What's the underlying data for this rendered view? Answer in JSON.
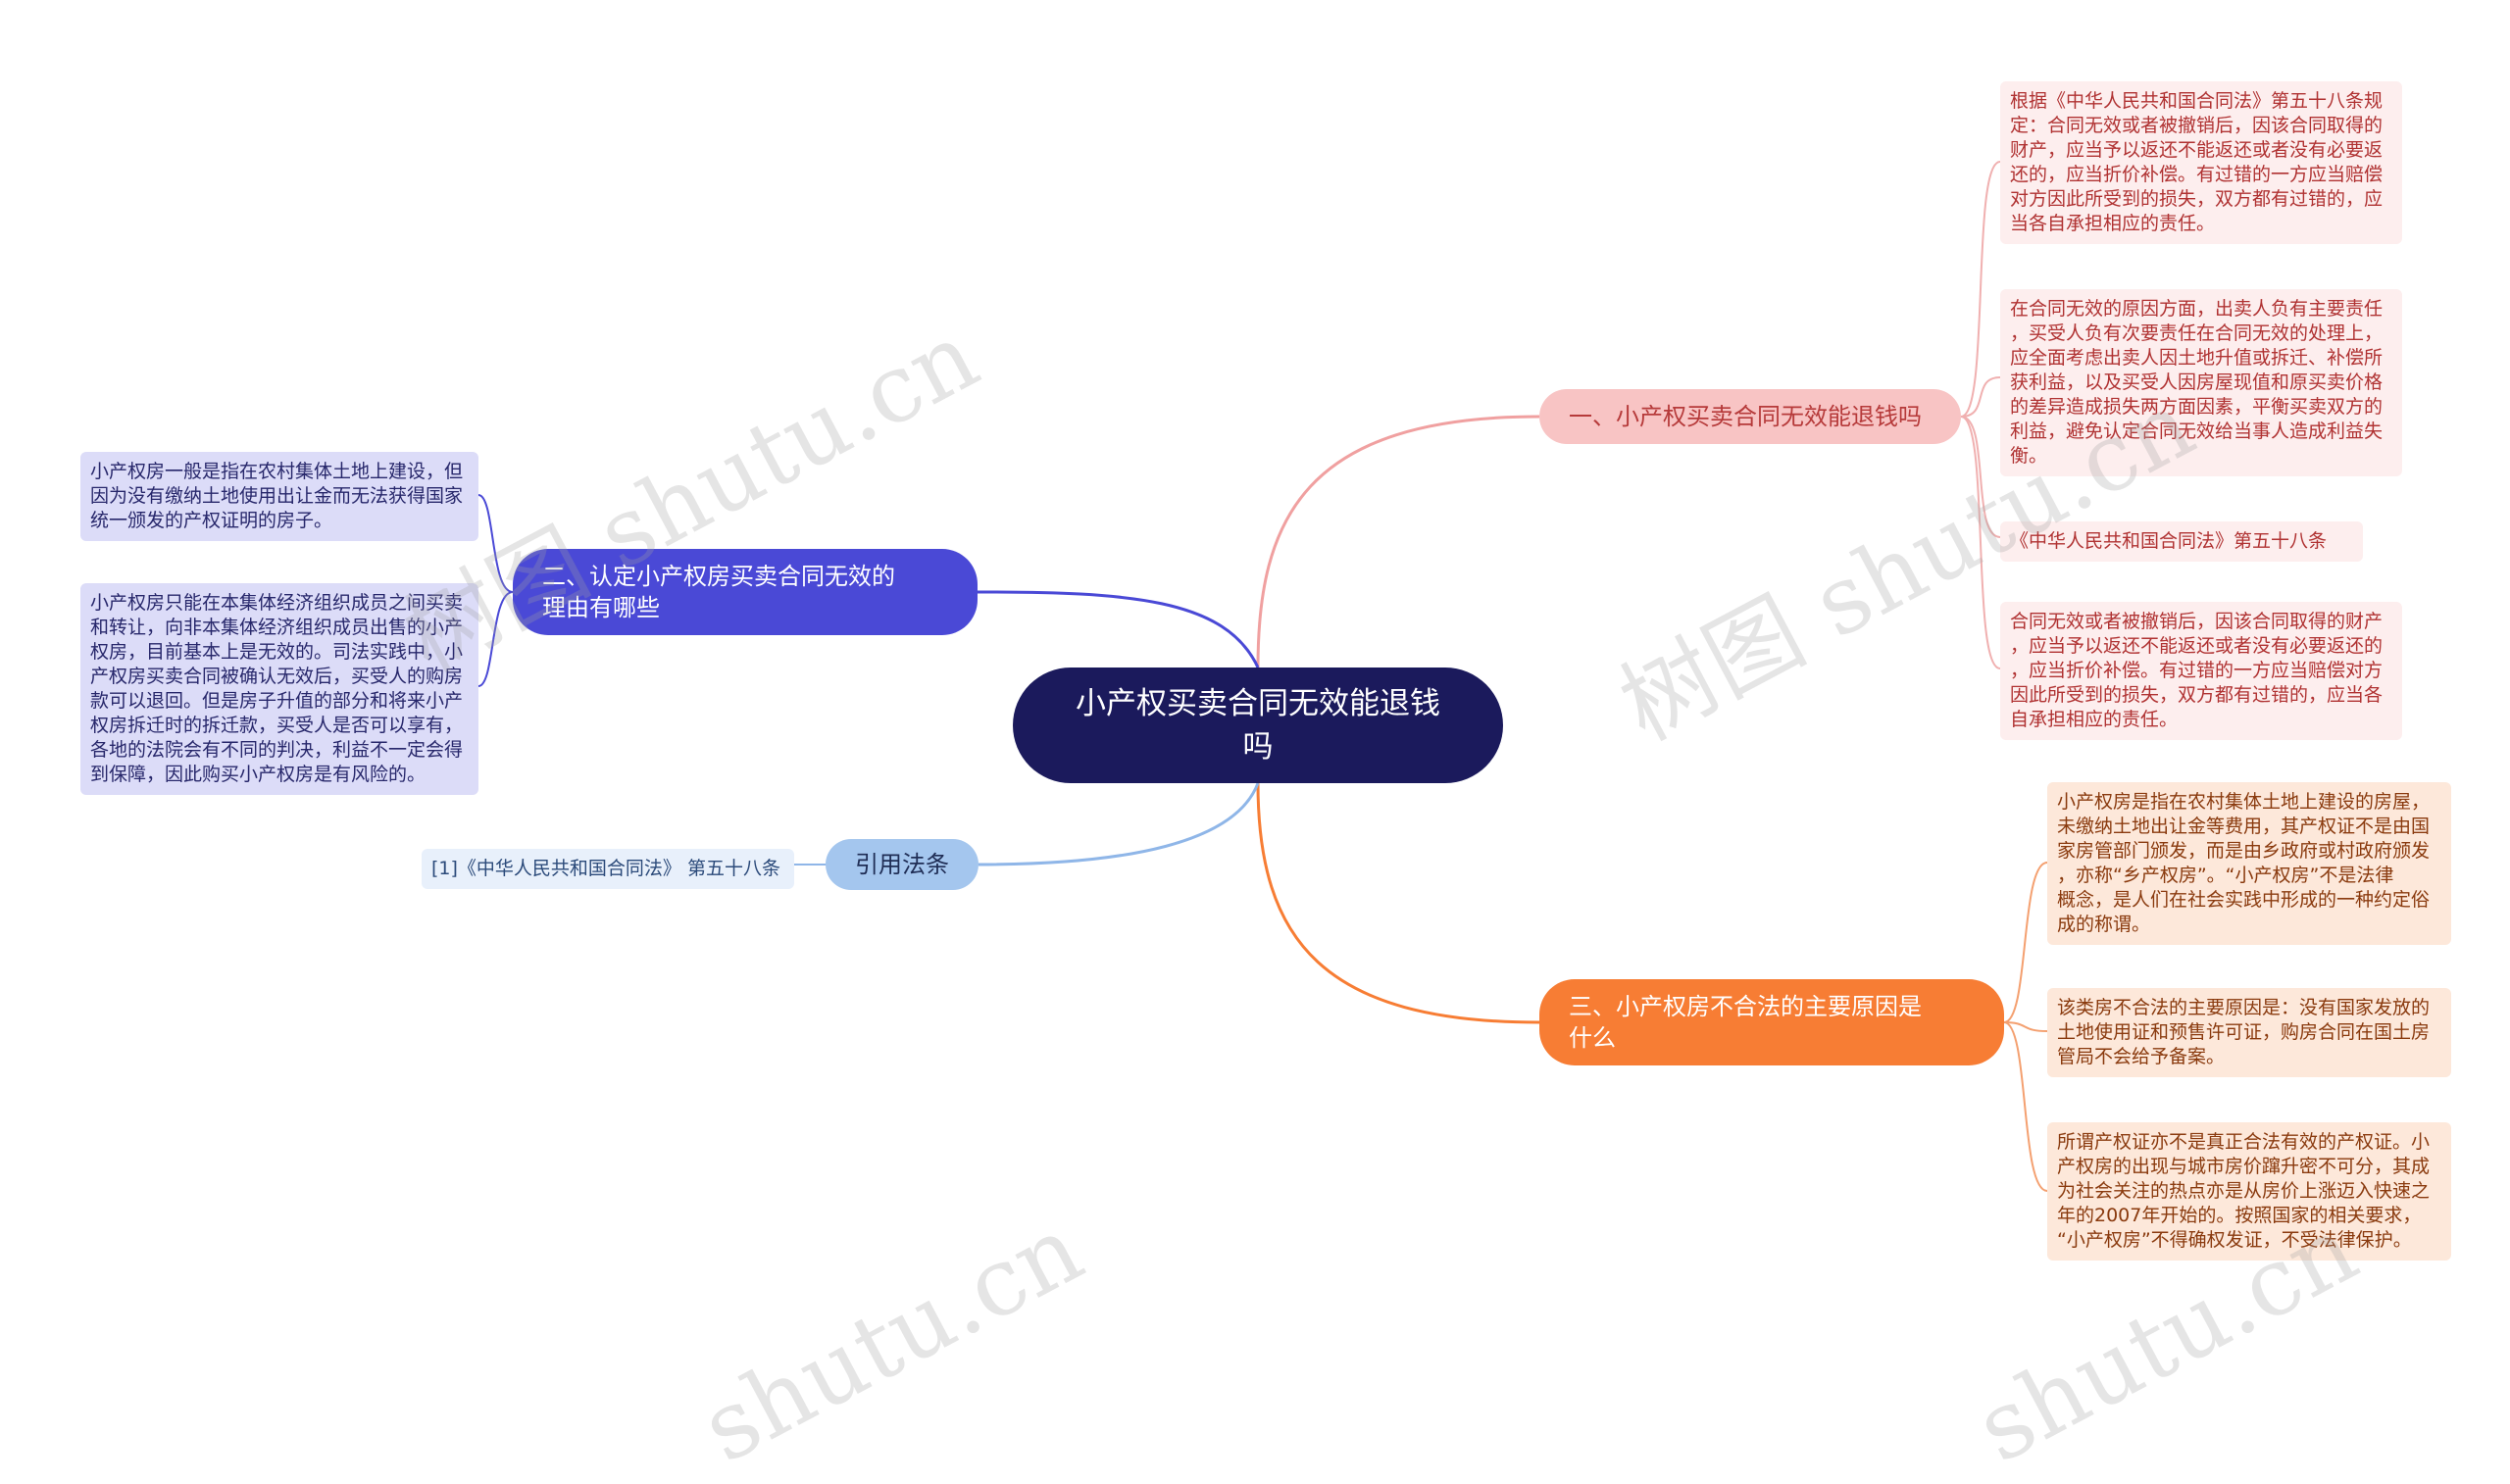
{
  "center": {
    "title": "小产权买卖合同无效能退钱吗"
  },
  "branches": {
    "b1": {
      "label": "一、小产权买卖合同无效能退钱吗",
      "color": "#f08a8a"
    },
    "b2": {
      "label": "二、认定小产权房买卖合同无效的\n理由有哪些",
      "color": "#4a49d6"
    },
    "b3": {
      "label": "三、小产权房不合法的主要原因是\n什么",
      "color": "#f77d34"
    },
    "b4": {
      "label": "引用法条",
      "color": "#8fb6e8"
    }
  },
  "leaves": {
    "b1_1": "根据《中华人民共和国合同法》第五十八条规\n定：合同无效或者被撤销后，因该合同取得的\n财产，应当予以返还不能返还或者没有必要返\n还的，应当折价补偿。有过错的一方应当赔偿\n对方因此所受到的损失，双方都有过错的，应\n当各自承担相应的责任。",
    "b1_2": "在合同无效的原因方面，出卖人负有主要责任\n，买受人负有次要责任在合同无效的处理上，\n应全面考虑出卖人因土地升值或拆迁、补偿所\n获利益，以及买受人因房屋现值和原买卖价格\n的差异造成损失两方面因素，平衡买卖双方的\n利益，避免认定合同无效给当事人造成利益失\n衡。",
    "b1_3": "《中华人民共和国合同法》第五十八条",
    "b1_4": "合同无效或者被撤销后，因该合同取得的财产\n，应当予以返还不能返还或者没有必要返还的\n，应当折价补偿。有过错的一方应当赔偿对方\n因此所受到的损失，双方都有过错的，应当各\n自承担相应的责任。",
    "b2_1": "小产权房一般是指在农村集体土地上建设，但\n因为没有缴纳土地使用出让金而无法获得国家\n统一颁发的产权证明的房子。",
    "b2_2": "小产权房只能在本集体经济组织成员之间买卖\n和转让，向非本集体经济组织成员出售的小产\n权房，目前基本上是无效的。司法实践中，小\n产权房买卖合同被确认无效后，买受人的购房\n款可以退回。但是房子升值的部分和将来小产\n权房拆迁时的拆迁款，买受人是否可以享有，\n各地的法院会有不同的判决，利益不一定会得\n到保障，因此购买小产权房是有风险的。",
    "b3_1": "小产权房是指在农村集体土地上建设的房屋，\n未缴纳土地出让金等费用，其产权证不是由国\n家房管部门颁发，而是由乡政府或村政府颁发\n，亦称“乡产权房”。“小产权房”不是法律\n概念，是人们在社会实践中形成的一种约定俗\n成的称谓。",
    "b3_2": "该类房不合法的主要原因是：没有国家发放的\n土地使用证和预售许可证，购房合同在国土房\n管局不会给予备案。",
    "b3_3": "所谓产权证亦不是真正合法有效的产权证。小\n产权房的出现与城市房价蹿升密不可分，其成\n为社会关注的热点亦是从房价上涨迈入快速之\n年的2007年开始的。按照国家的相关要求，\n“小产权房”不得确权发证，不受法律保护。",
    "b4_1": "[1]《中华人民共和国合同法》 第五十八条"
  },
  "watermarks": [
    "树图 shutu.cn",
    "树图 shutu.cn",
    "shutu.cn",
    "shutu.cn"
  ]
}
